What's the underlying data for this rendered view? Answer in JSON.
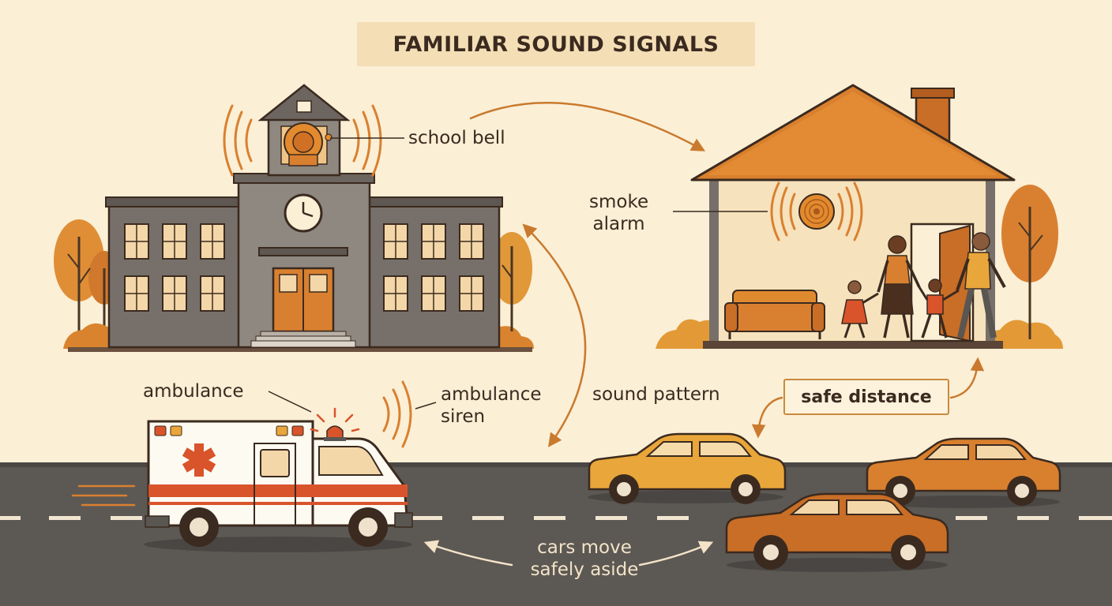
{
  "title": "FAMILIAR SOUND SIGNALS",
  "labels": {
    "school_bell": "school bell",
    "smoke_alarm_line1": "smoke",
    "smoke_alarm_line2": "alarm",
    "ambulance": "ambulance",
    "ambulance_siren_line1": "ambulance",
    "ambulance_siren_line2": "siren",
    "sound_pattern": "sound pattern",
    "safe_distance": "safe distance",
    "cars_move_line1": "cars move",
    "cars_move_line2": "safely aside"
  },
  "colors": {
    "background": "#fbefd6",
    "accent_orange": "#d97f2b",
    "dark_brown": "#3b2a1f",
    "road": "#5a5652",
    "building_gray": "#7b716b",
    "ambulance_red": "#d9542b"
  }
}
